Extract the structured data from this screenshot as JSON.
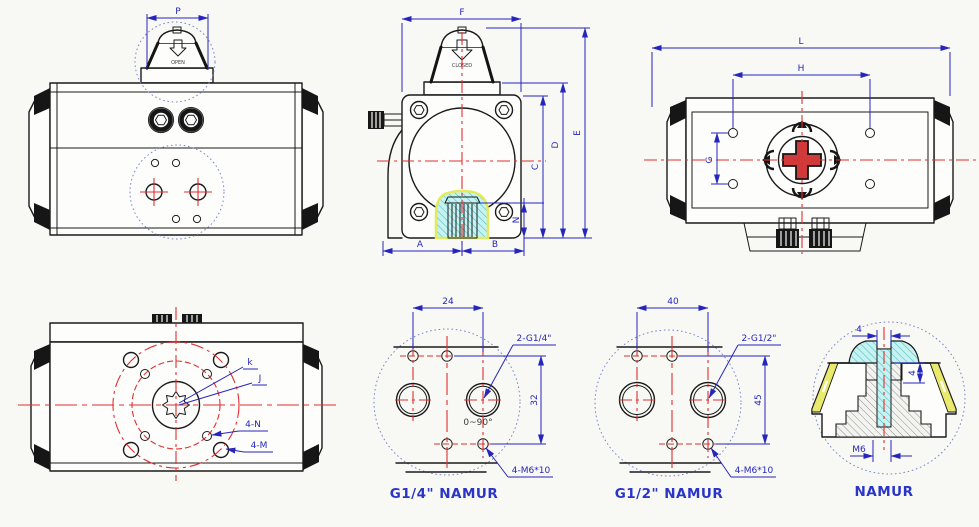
{
  "colors": {
    "background": "#f8f8f5",
    "line_black": "#1a1a1a",
    "dimension_blue": "#2626bd",
    "centerline_red": "#e03030",
    "highlight_cyan": "#c4f0ef",
    "highlight_yellow": "#e9e96e",
    "caption_blue": "#2a35c8"
  },
  "views": {
    "front": {
      "dim_p": "P",
      "open_label": "OPEN"
    },
    "end": {
      "dim_f": "F",
      "closed_label": "CLOSED",
      "dim_a": "A",
      "dim_b": "B",
      "dim_c": "C",
      "dim_d": "D",
      "dim_e": "E",
      "dim_n": "N"
    },
    "top": {
      "dim_l": "L",
      "dim_h": "H",
      "dim_g": "G"
    },
    "bottom": {
      "label_k": "k",
      "label_j": "J",
      "label_4n": "4-N",
      "label_4m": "4-M"
    },
    "namur_g14": {
      "dim_spacing": "24",
      "dim_height": "32",
      "label_ports": "2-G1/4\"",
      "label_angle": "0~90°",
      "label_screws": "4-M6*10",
      "caption": "G1/4\" NAMUR"
    },
    "namur_g12": {
      "dim_spacing": "40",
      "dim_height": "45",
      "label_ports": "2-G1/2\"",
      "label_screws": "4-M6*10",
      "caption": "G1/2\" NAMUR"
    },
    "namur_section": {
      "dim_notch_width": "4",
      "dim_notch_depth": "4",
      "label_thread": "M6",
      "caption": "NAMUR"
    }
  }
}
